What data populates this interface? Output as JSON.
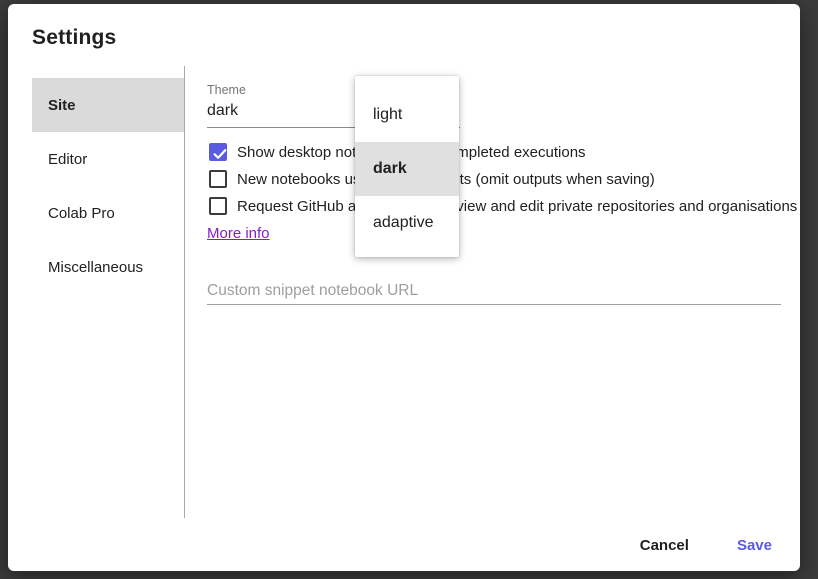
{
  "dialog": {
    "title": "Settings"
  },
  "sidebar": {
    "items": [
      {
        "label": "Site",
        "selected": true
      },
      {
        "label": "Editor",
        "selected": false
      },
      {
        "label": "Colab Pro",
        "selected": false
      },
      {
        "label": "Miscellaneous",
        "selected": false
      }
    ]
  },
  "theme_field": {
    "label": "Theme",
    "value": "dark"
  },
  "dropdown": {
    "options": [
      {
        "label": "light",
        "selected": false
      },
      {
        "label": "dark",
        "selected": true
      },
      {
        "label": "adaptive",
        "selected": false
      }
    ]
  },
  "checkboxes": [
    {
      "label": "Show desktop notifications for completed executions",
      "checked": true
    },
    {
      "label": "New notebooks use private outputs (omit outputs when saving)",
      "checked": false
    },
    {
      "label": "Request GitHub access token to view and edit private repositories and organisations",
      "checked": false
    }
  ],
  "more_info_label": "More info",
  "snippet_field": {
    "placeholder": "Custom snippet notebook URL"
  },
  "footer": {
    "cancel_label": "Cancel",
    "save_label": "Save"
  },
  "colors": {
    "accent": "#5a5ce0",
    "link": "#8a1cc2",
    "backdrop": "#3b3b3b",
    "sidebar_selected_bg": "#dadada",
    "dropdown_selected_bg": "#e0e0e0"
  }
}
